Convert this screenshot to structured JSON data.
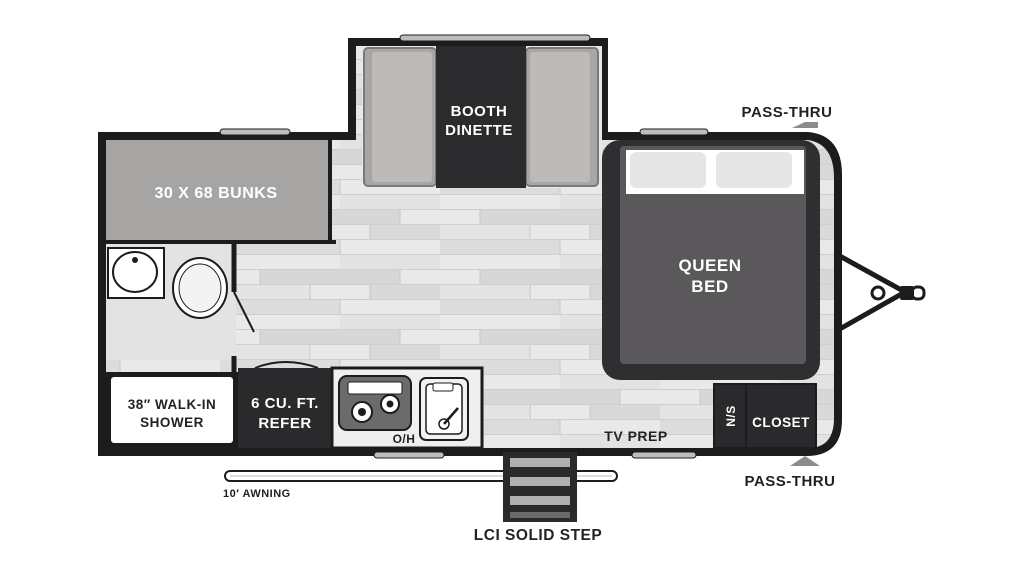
{
  "labels": {
    "booth_line1": "BOOTH",
    "booth_line2": "DINETTE",
    "bunks": "30 X 68 BUNKS",
    "queen_line1": "QUEEN",
    "queen_line2": "BED",
    "pass_thru_top": "PASS-THRU",
    "pass_thru_bottom": "PASS-THRU",
    "shower_line1": "38″ WALK-IN",
    "shower_line2": "SHOWER",
    "refer_line1": "6 CU. FT.",
    "refer_line2": "REFER",
    "oh": "O/H",
    "tv_prep": "TV PREP",
    "ns": "N/S",
    "closet": "CLOSET",
    "awning": "10′ AWNING",
    "step": "LCI SOLID STEP"
  },
  "colors": {
    "wall": "#1c1c1e",
    "floor": "#e8e8e8",
    "floor_plank": "#d4d4d4",
    "bunk": "#a7a5a4",
    "cushion": "#b0adab",
    "bed_outer": "#3b3a3c",
    "bed_inner": "#5a585b",
    "pillow": "#e9e9e9",
    "dark_cabinet": "#2a2a2c",
    "text_dark": "#222222",
    "text_light": "#ffffff"
  }
}
